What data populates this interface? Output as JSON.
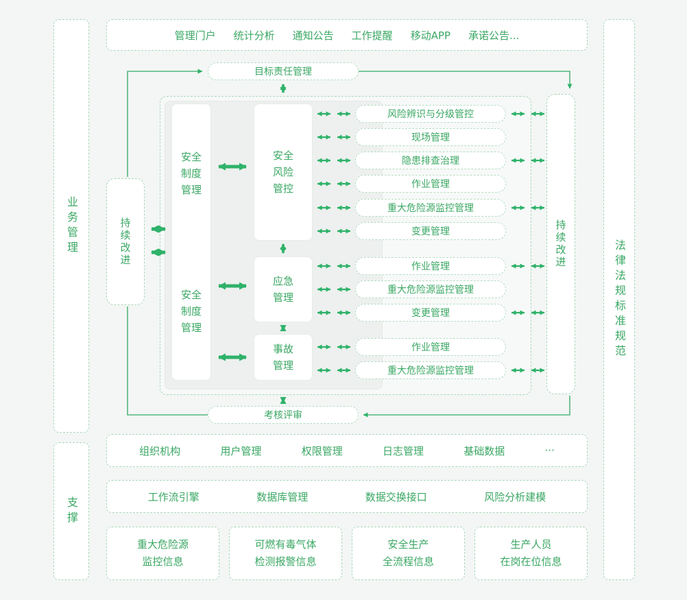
{
  "colors": {
    "green": "#3aa763",
    "arrow": "#2fb26a",
    "dash_border": "#a9d6ba",
    "panel_bg": "#edf0ee",
    "page_bg": "#f3f6f4"
  },
  "rails": {
    "business": "业务管理",
    "support": "支撑",
    "legal": "法律法规标准规范"
  },
  "portal": {
    "items": [
      "管理门户",
      "统计分析",
      "通知公告",
      "工作提醒",
      "移动APP",
      "承诺公告..."
    ]
  },
  "flow": {
    "target": "目标责任管理",
    "review": "考核评审",
    "continuous_left": "持续改进",
    "continuous_right": "持续改进",
    "institution_top": "安全\n制度\n管理",
    "institution_bottom": "安全\n制度\n管理",
    "risk": "安全\n风险\n管控",
    "emergency": "应急\n管理",
    "accident": "事故\n管理",
    "risk_items": [
      "风险辨识与分级管控",
      "现场管理",
      "隐患排查治理",
      "作业管理",
      "重大危险源监控管理",
      "变更管理"
    ],
    "emergency_items": [
      "作业管理",
      "重大危险源监控管理",
      "变更管理"
    ],
    "accident_items": [
      "作业管理",
      "重大危险源监控管理"
    ]
  },
  "platform": {
    "row1": [
      "组织机构",
      "用户管理",
      "权限管理",
      "日志管理",
      "基础数据",
      "···"
    ],
    "row2": [
      "工作流引擎",
      "数据库管理",
      "数据交换接口",
      "风险分析建模"
    ]
  },
  "sources": [
    {
      "line1": "重大危险源",
      "line2": "监控信息"
    },
    {
      "line1": "可燃有毒气体",
      "line2": "检测报警信息"
    },
    {
      "line1": "安全生产",
      "line2": "全流程信息"
    },
    {
      "line1": "生产人员",
      "line2": "在岗在位信息"
    }
  ]
}
